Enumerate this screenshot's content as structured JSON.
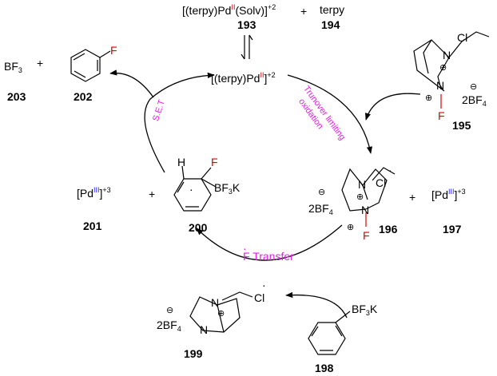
{
  "colors": {
    "text": "#000000",
    "accent": "#e61ee6",
    "fluorine": "#e00000",
    "oxidation_state": "#2020ff"
  },
  "top": {
    "complex_prefix": "[(terpy)Pd",
    "complex_ox": "II",
    "complex_suffix": "(Solv)]",
    "complex_charge": "+2",
    "num_193": "193",
    "plus": "+",
    "terpy": "terpy",
    "num_194": "194"
  },
  "catalyst": {
    "prefix": "[(terpy)",
    "metal": "Pd",
    "ox": "II",
    "suffix": "]",
    "charge": "+2"
  },
  "products": {
    "bf3": "BF",
    "bf3_sub": "3",
    "plus": "+",
    "num_203": "203",
    "num_202": "202",
    "f": "F"
  },
  "reagent_195": {
    "n": "N",
    "plus": "⊕",
    "cl": "Cl",
    "f": "F",
    "minus": "⊖",
    "counter": "2BF",
    "counter_sub": "4",
    "num": "195"
  },
  "step_labels": {
    "set": "S.E.T",
    "oxidation_line1": "Trunover limiting",
    "oxidation_line2": "oxidation",
    "f_transfer": "F Transfer",
    "dot": "·"
  },
  "left_mid": {
    "pd_prefix": "[Pd",
    "pd_ox": "III",
    "pd_suffix": "]",
    "pd_charge": "+3",
    "plus": "+",
    "num_201": "201"
  },
  "intermediate_200": {
    "h": "H",
    "f": "F",
    "bf3k": "BF",
    "bf3k_sub": "3",
    "k": "K",
    "num": "200",
    "dot": "·"
  },
  "radical_196": {
    "n": "N",
    "plus": "⊕",
    "cl": "Cl",
    "dot": "·",
    "f": "F",
    "minus": "⊖",
    "counter": "2BF",
    "counter_sub": "4",
    "num": "196"
  },
  "right_mid": {
    "plus": "+",
    "pd_prefix": "[Pd",
    "pd_ox": "III",
    "pd_suffix": "]",
    "pd_charge": "+3",
    "num_197": "197"
  },
  "bottom": {
    "n": "N",
    "plus": "⊕",
    "cl": "Cl",
    "dot": "·",
    "minus": "⊖",
    "counter": "2BF",
    "counter_sub": "4",
    "num_199": "199",
    "bf3k": "BF",
    "bf3k_sub": "3",
    "k": "K",
    "num_198": "198"
  }
}
